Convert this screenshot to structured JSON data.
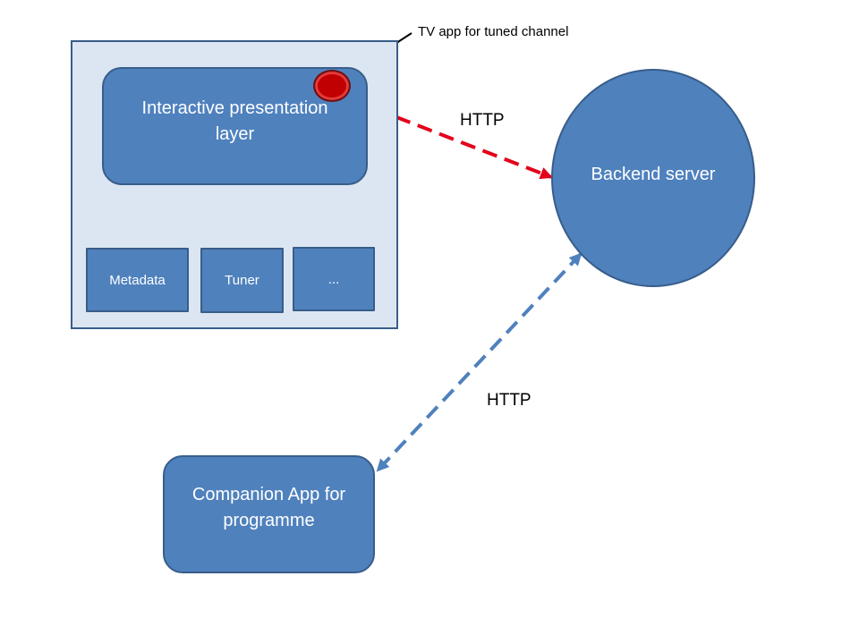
{
  "diagram": {
    "tv_app_callout": "TV app for tuned channel",
    "presentation_layer": "Interactive presentation layer",
    "components": [
      "Metadata",
      "Tuner",
      "..."
    ],
    "backend_server": "Backend server",
    "companion_app": "Companion App for programme",
    "http_labels": [
      "HTTP",
      "HTTP"
    ]
  },
  "colors": {
    "box_fill": "#4f81bd",
    "box_border": "#385d8a",
    "container_fill": "#dce6f2",
    "tv_app_red": "#c00000",
    "http_red_dashed": "#e3001b",
    "http_blue_dashed": "#4f81bd",
    "callout_arrow": "#000000"
  }
}
